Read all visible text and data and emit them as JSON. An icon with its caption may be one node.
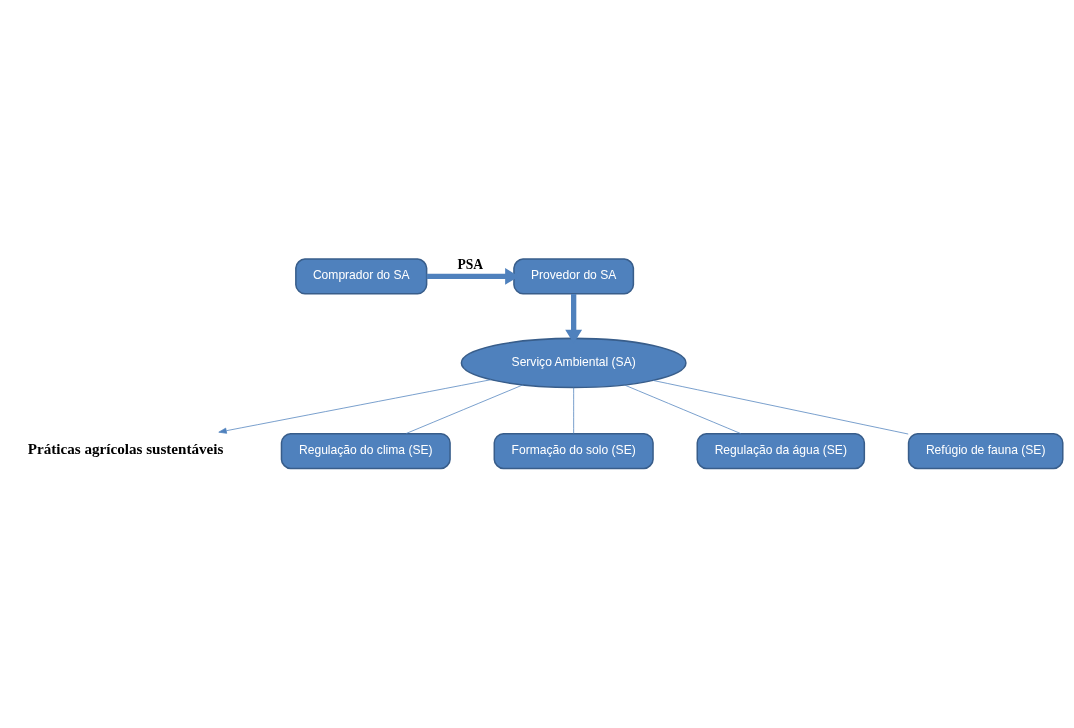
{
  "diagram": {
    "nodes": [
      {
        "text": [
          "Comprador do SA"
        ]
      },
      {
        "text": [
          "Provedor do SA"
        ]
      },
      {
        "text": [
          "Serviço Ambiental (SA)"
        ]
      },
      {
        "text": [
          "Práticas agrícolas sustentáveis"
        ]
      },
      {
        "text": [
          "Regulação do clima (SE)"
        ]
      },
      {
        "text": [
          "Formação do solo (SE)"
        ]
      },
      {
        "text": [
          "Regulação da água (SE)"
        ]
      },
      {
        "text": [
          "Refúgio de fauna (SE)"
        ]
      }
    ],
    "edges": [
      {
        "from": 0,
        "to": 1,
        "arrow": "to",
        "style": "thick",
        "label": "PSA"
      },
      {
        "from": 1,
        "to": 2,
        "arrow": "to",
        "style": "thick"
      },
      {
        "from": 2,
        "to": 3,
        "arrow": "to"
      },
      {
        "from": 2,
        "to": 4,
        "arrow": "none"
      },
      {
        "from": 2,
        "to": 5,
        "arrow": "none"
      },
      {
        "from": 2,
        "to": 6,
        "arrow": "none"
      },
      {
        "from": 2,
        "to": 7,
        "arrow": "none"
      }
    ]
  }
}
